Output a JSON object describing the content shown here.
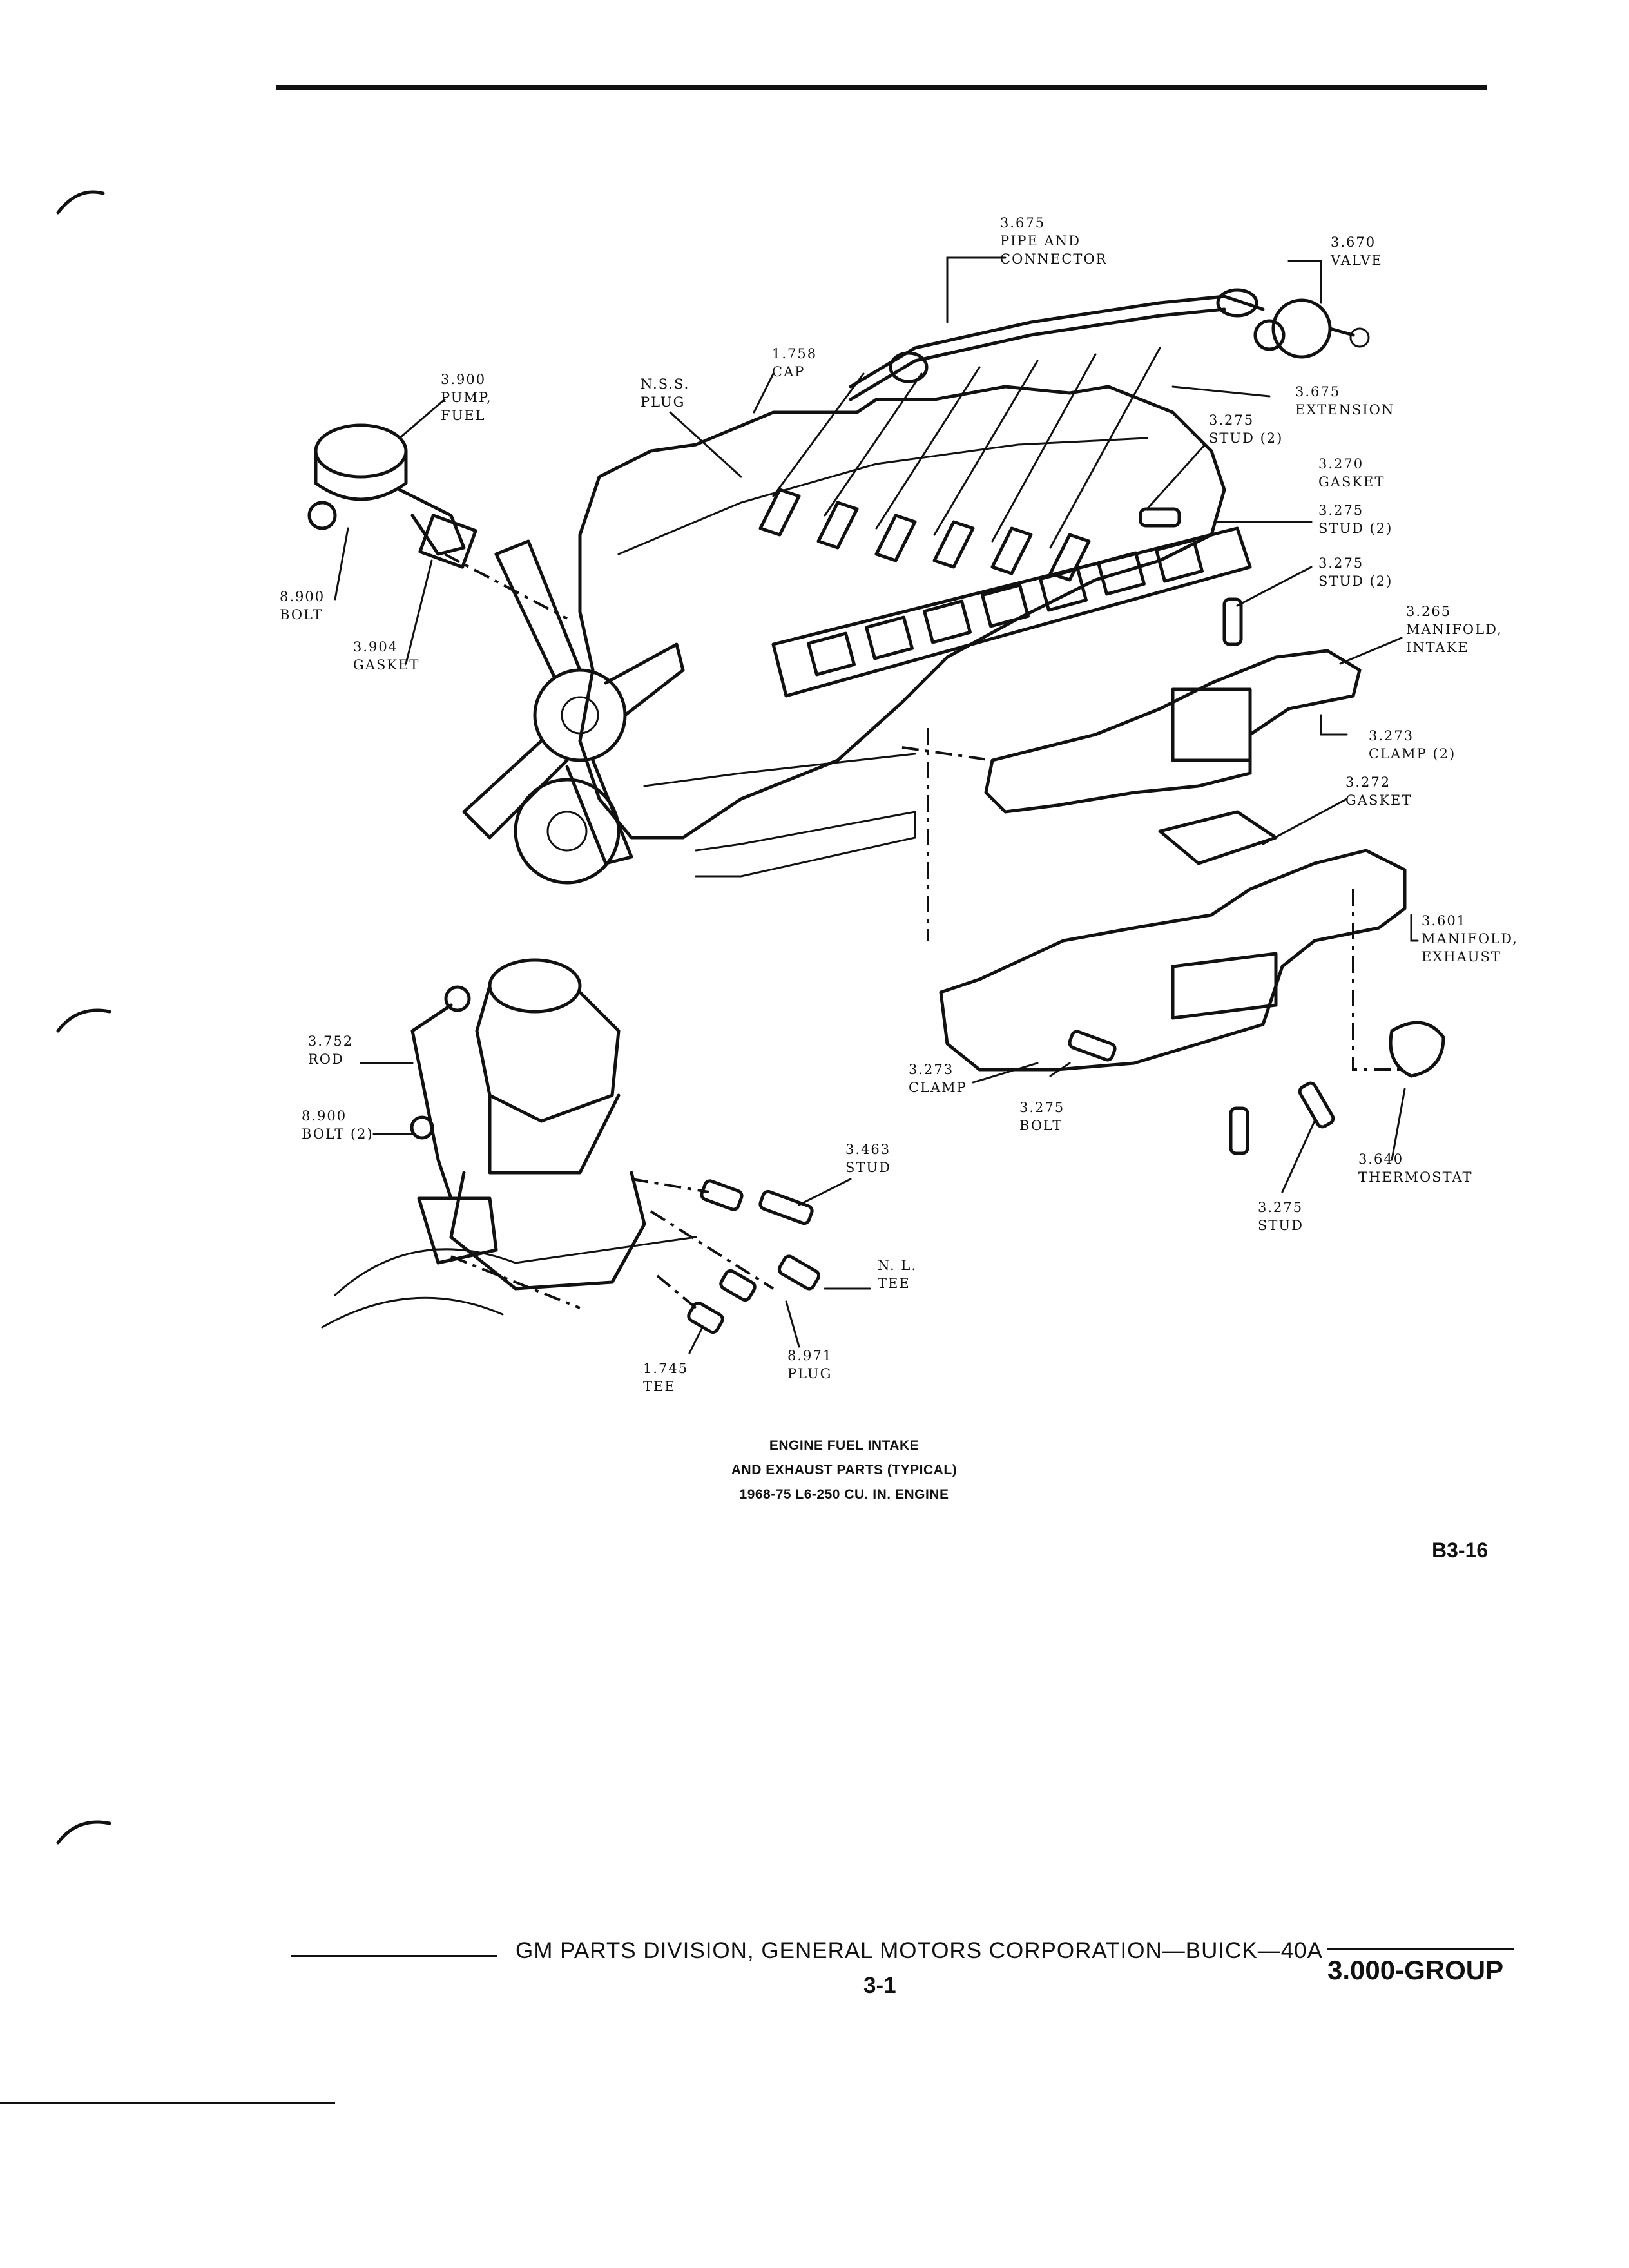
{
  "callouts": [
    {
      "id": "pipe-and-connector",
      "lines": "3.675\nPIPE AND\nCONNECTOR"
    },
    {
      "id": "valve",
      "lines": "3.670\nVALVE"
    },
    {
      "id": "cap",
      "lines": "1.758\nCAP"
    },
    {
      "id": "nss-plug",
      "lines": "N.S.S.\nPLUG"
    },
    {
      "id": "pump-fuel",
      "lines": "3.900\nPUMP,\nFUEL"
    },
    {
      "id": "extension",
      "lines": "3.675\nEXTENSION"
    },
    {
      "id": "stud-top",
      "lines": "3.275\nSTUD (2)"
    },
    {
      "id": "gasket-270",
      "lines": "3.270\nGASKET"
    },
    {
      "id": "stud-2a",
      "lines": "3.275\nSTUD (2)"
    },
    {
      "id": "stud-2b",
      "lines": "3.275\nSTUD (2)"
    },
    {
      "id": "bolt-8900",
      "lines": "8.900\nBOLT"
    },
    {
      "id": "gasket-904",
      "lines": "3.904\nGASKET"
    },
    {
      "id": "manifold-intake",
      "lines": "3.265\nMANIFOLD,\nINTAKE"
    },
    {
      "id": "clamp-2",
      "lines": "3.273\nCLAMP (2)"
    },
    {
      "id": "gasket-272",
      "lines": "3.272\nGASKET"
    },
    {
      "id": "manifold-exhaust",
      "lines": "3.601\nMANIFOLD,\nEXHAUST"
    },
    {
      "id": "rod",
      "lines": "3.752\nROD"
    },
    {
      "id": "bolt-2",
      "lines": "8.900\nBOLT (2)"
    },
    {
      "id": "clamp",
      "lines": "3.273\nCLAMP"
    },
    {
      "id": "bolt-275",
      "lines": "3.275\nBOLT"
    },
    {
      "id": "stud-463",
      "lines": "3.463\nSTUD"
    },
    {
      "id": "thermostat",
      "lines": "3.640\nTHERMOSTAT"
    },
    {
      "id": "stud-bottom",
      "lines": "3.275\nSTUD"
    },
    {
      "id": "nl-tee",
      "lines": "N. L.\nTEE"
    },
    {
      "id": "tee",
      "lines": "1.745\nTEE"
    },
    {
      "id": "plug",
      "lines": "8.971\nPLUG"
    }
  ],
  "caption": {
    "line1": "ENGINE FUEL INTAKE",
    "line2": "AND EXHAUST PARTS (TYPICAL)",
    "line3": "1968-75 L6-250 CU. IN. ENGINE"
  },
  "figure_code": "B3-16",
  "footer": {
    "publisher": "GM PARTS DIVISION, GENERAL MOTORS CORPORATION—BUICK—40A",
    "page": "3-1",
    "group": "3.000-GROUP"
  }
}
